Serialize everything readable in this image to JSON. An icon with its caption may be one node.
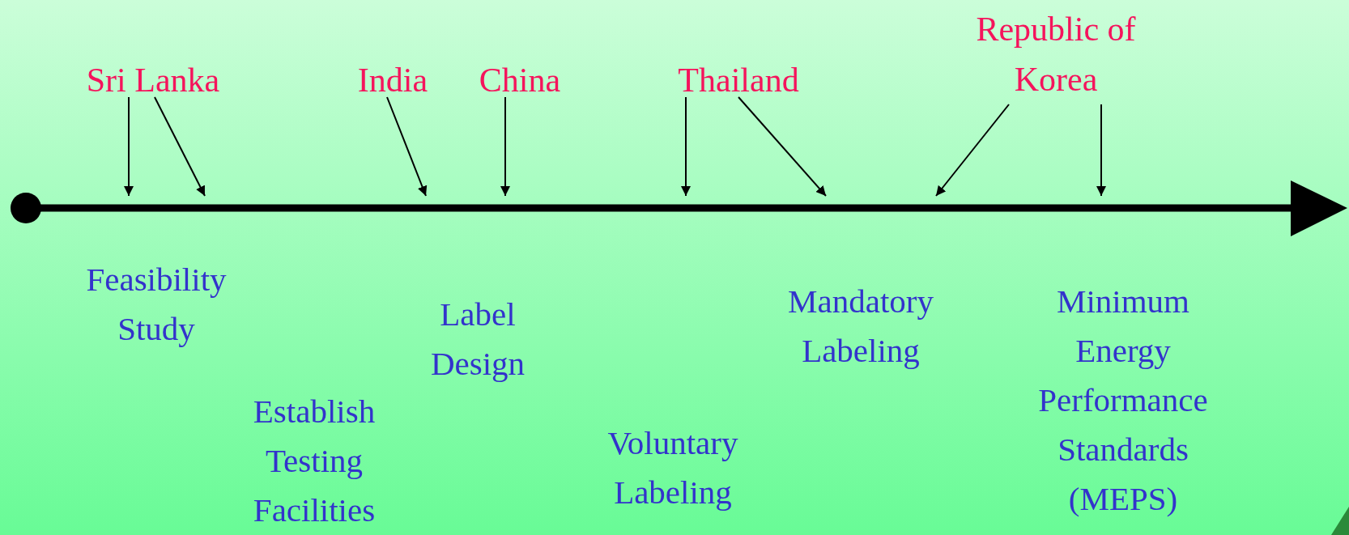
{
  "diagram": {
    "nodes": [
      {
        "text": [
          "Sri Lanka"
        ]
      },
      {
        "text": [
          "India"
        ]
      },
      {
        "text": [
          "China"
        ]
      },
      {
        "text": [
          "Thailand"
        ]
      },
      {
        "text": [
          "Republic of Korea"
        ]
      }
    ],
    "edges": [
      {
        "from": 0,
        "to": null,
        "arrow": "to"
      },
      {
        "from": 0,
        "to": null,
        "arrow": "to"
      },
      {
        "from": 1,
        "to": null,
        "arrow": "to"
      },
      {
        "from": 2,
        "to": null,
        "arrow": "to"
      },
      {
        "from": 3,
        "to": null,
        "arrow": "to"
      },
      {
        "from": 3,
        "to": null,
        "arrow": "to"
      },
      {
        "from": 4,
        "to": null,
        "arrow": "to"
      },
      {
        "from": 4,
        "to": null,
        "arrow": "to"
      }
    ],
    "labels": [
      "Feasibility Study",
      "Label Design",
      "Mandatory Labeling",
      "Minimum Energy Performance Standards (MEPS)",
      "Establish Testing Facilities",
      "Voluntary Labeling"
    ]
  }
}
